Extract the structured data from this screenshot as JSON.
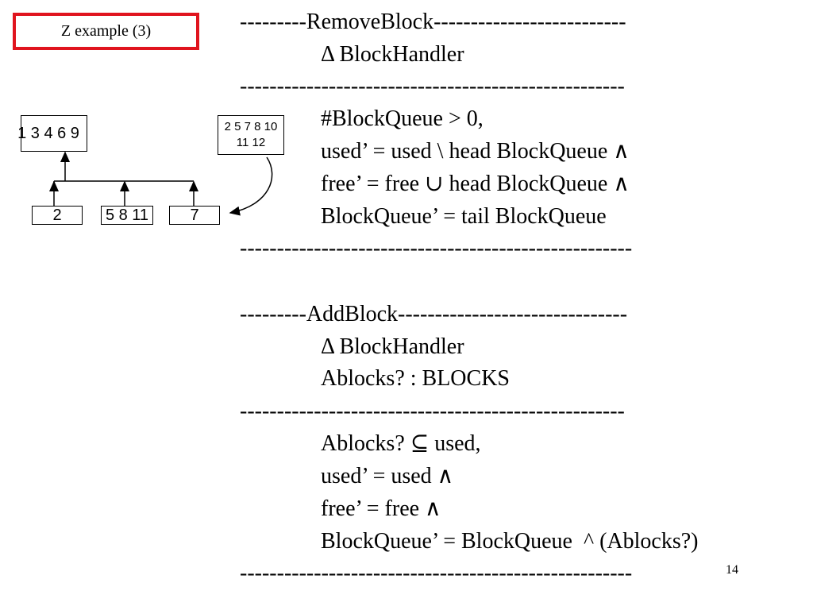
{
  "slide": {
    "title": "Z example (3)",
    "page_number": "14"
  },
  "diagram": {
    "root": "1 3 4 6 9",
    "queue": "2 5 7 8 10 11 12",
    "children": [
      "2",
      "5 8 11",
      "7"
    ]
  },
  "remove_block": {
    "header": "---------RemoveBlock--------------------------",
    "decl": "Δ BlockHandler",
    "separator": "----------------------------------------------------",
    "predicates": [
      "#BlockQueue > 0,",
      "used’ = used \\ head BlockQueue ∧",
      "free’ = free ∪ head BlockQueue ∧",
      "BlockQueue’ = tail BlockQueue"
    ],
    "footer": "-----------------------------------------------------"
  },
  "add_block": {
    "header": "---------AddBlock-------------------------------",
    "decls": [
      "Δ BlockHandler",
      "Ablocks? : BLOCKS"
    ],
    "separator": "----------------------------------------------------",
    "predicates": [
      "Ablocks? ⊆ used,",
      "used’ = used ∧",
      "free’ = free ∧",
      "BlockQueue’ = BlockQueue  ^ (Ablocks?)"
    ],
    "footer": "-----------------------------------------------------"
  }
}
